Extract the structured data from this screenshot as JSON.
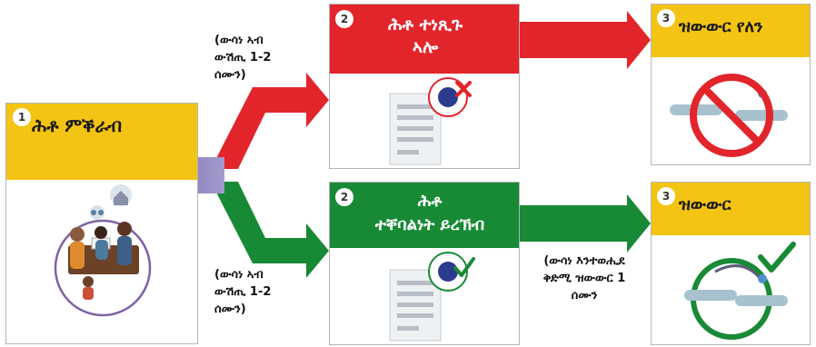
{
  "step1": {
    "number": "1",
    "title": "ሕቶ ምቕራብ"
  },
  "step2_rejected": {
    "number": "2",
    "title_line1": "ሕቶ ተነጺጉ",
    "title_line2": "ኣሎ"
  },
  "step2_accepted": {
    "number": "2",
    "title_line1": "ሕቶ",
    "title_line2": "ተቐባልነት ይረኽብ"
  },
  "step3_no_travel": {
    "number": "3",
    "title": "ዝውውር የለን"
  },
  "step3_travel": {
    "number": "3",
    "title": "ዝውውር"
  },
  "notes": {
    "top_left": {
      "line1": "(ውሳነ ኣብ",
      "line2": "ውሽጢ 1-2",
      "line3": "ሰሙን)"
    },
    "bottom_left": {
      "line1": "(ውሳነ ኣብ",
      "line2": "ውሽጢ 1-2",
      "line3": "ሰሙን)"
    },
    "bottom_right": {
      "line1": "(ውሳነ እንተወሒደ",
      "line2": "ቅድሚ ዝውውር 1",
      "line3": "ሰሙን"
    }
  },
  "colors": {
    "yellow": "#f4c414",
    "red": "#e2252b",
    "green": "#188a35",
    "purple": "#8a7fb8"
  }
}
